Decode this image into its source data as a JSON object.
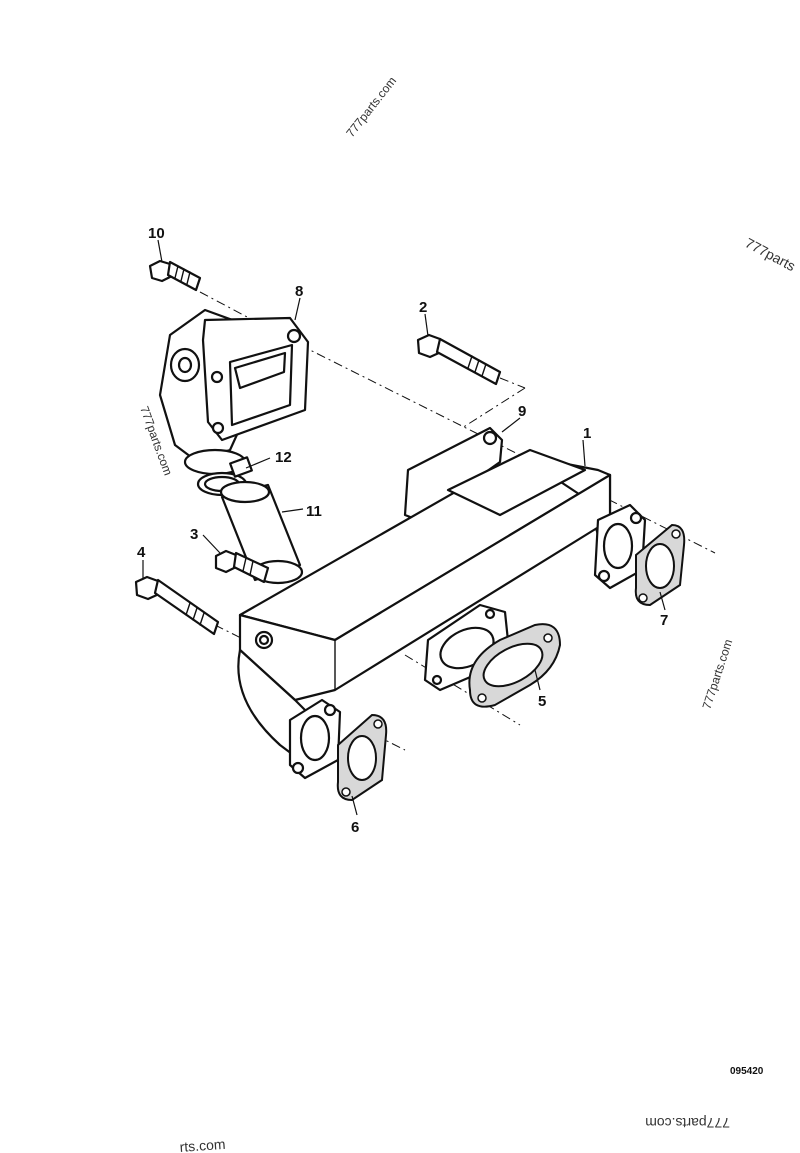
{
  "diagram": {
    "figure_number": "095420",
    "callouts": [
      "1",
      "2",
      "3",
      "4",
      "5",
      "6",
      "7",
      "8",
      "9",
      "10",
      "11",
      "12"
    ],
    "watermarks": [
      "777parts.com",
      "777parts",
      "777parts.com",
      "777parts.com",
      "777parts.com",
      "rts.com"
    ]
  }
}
